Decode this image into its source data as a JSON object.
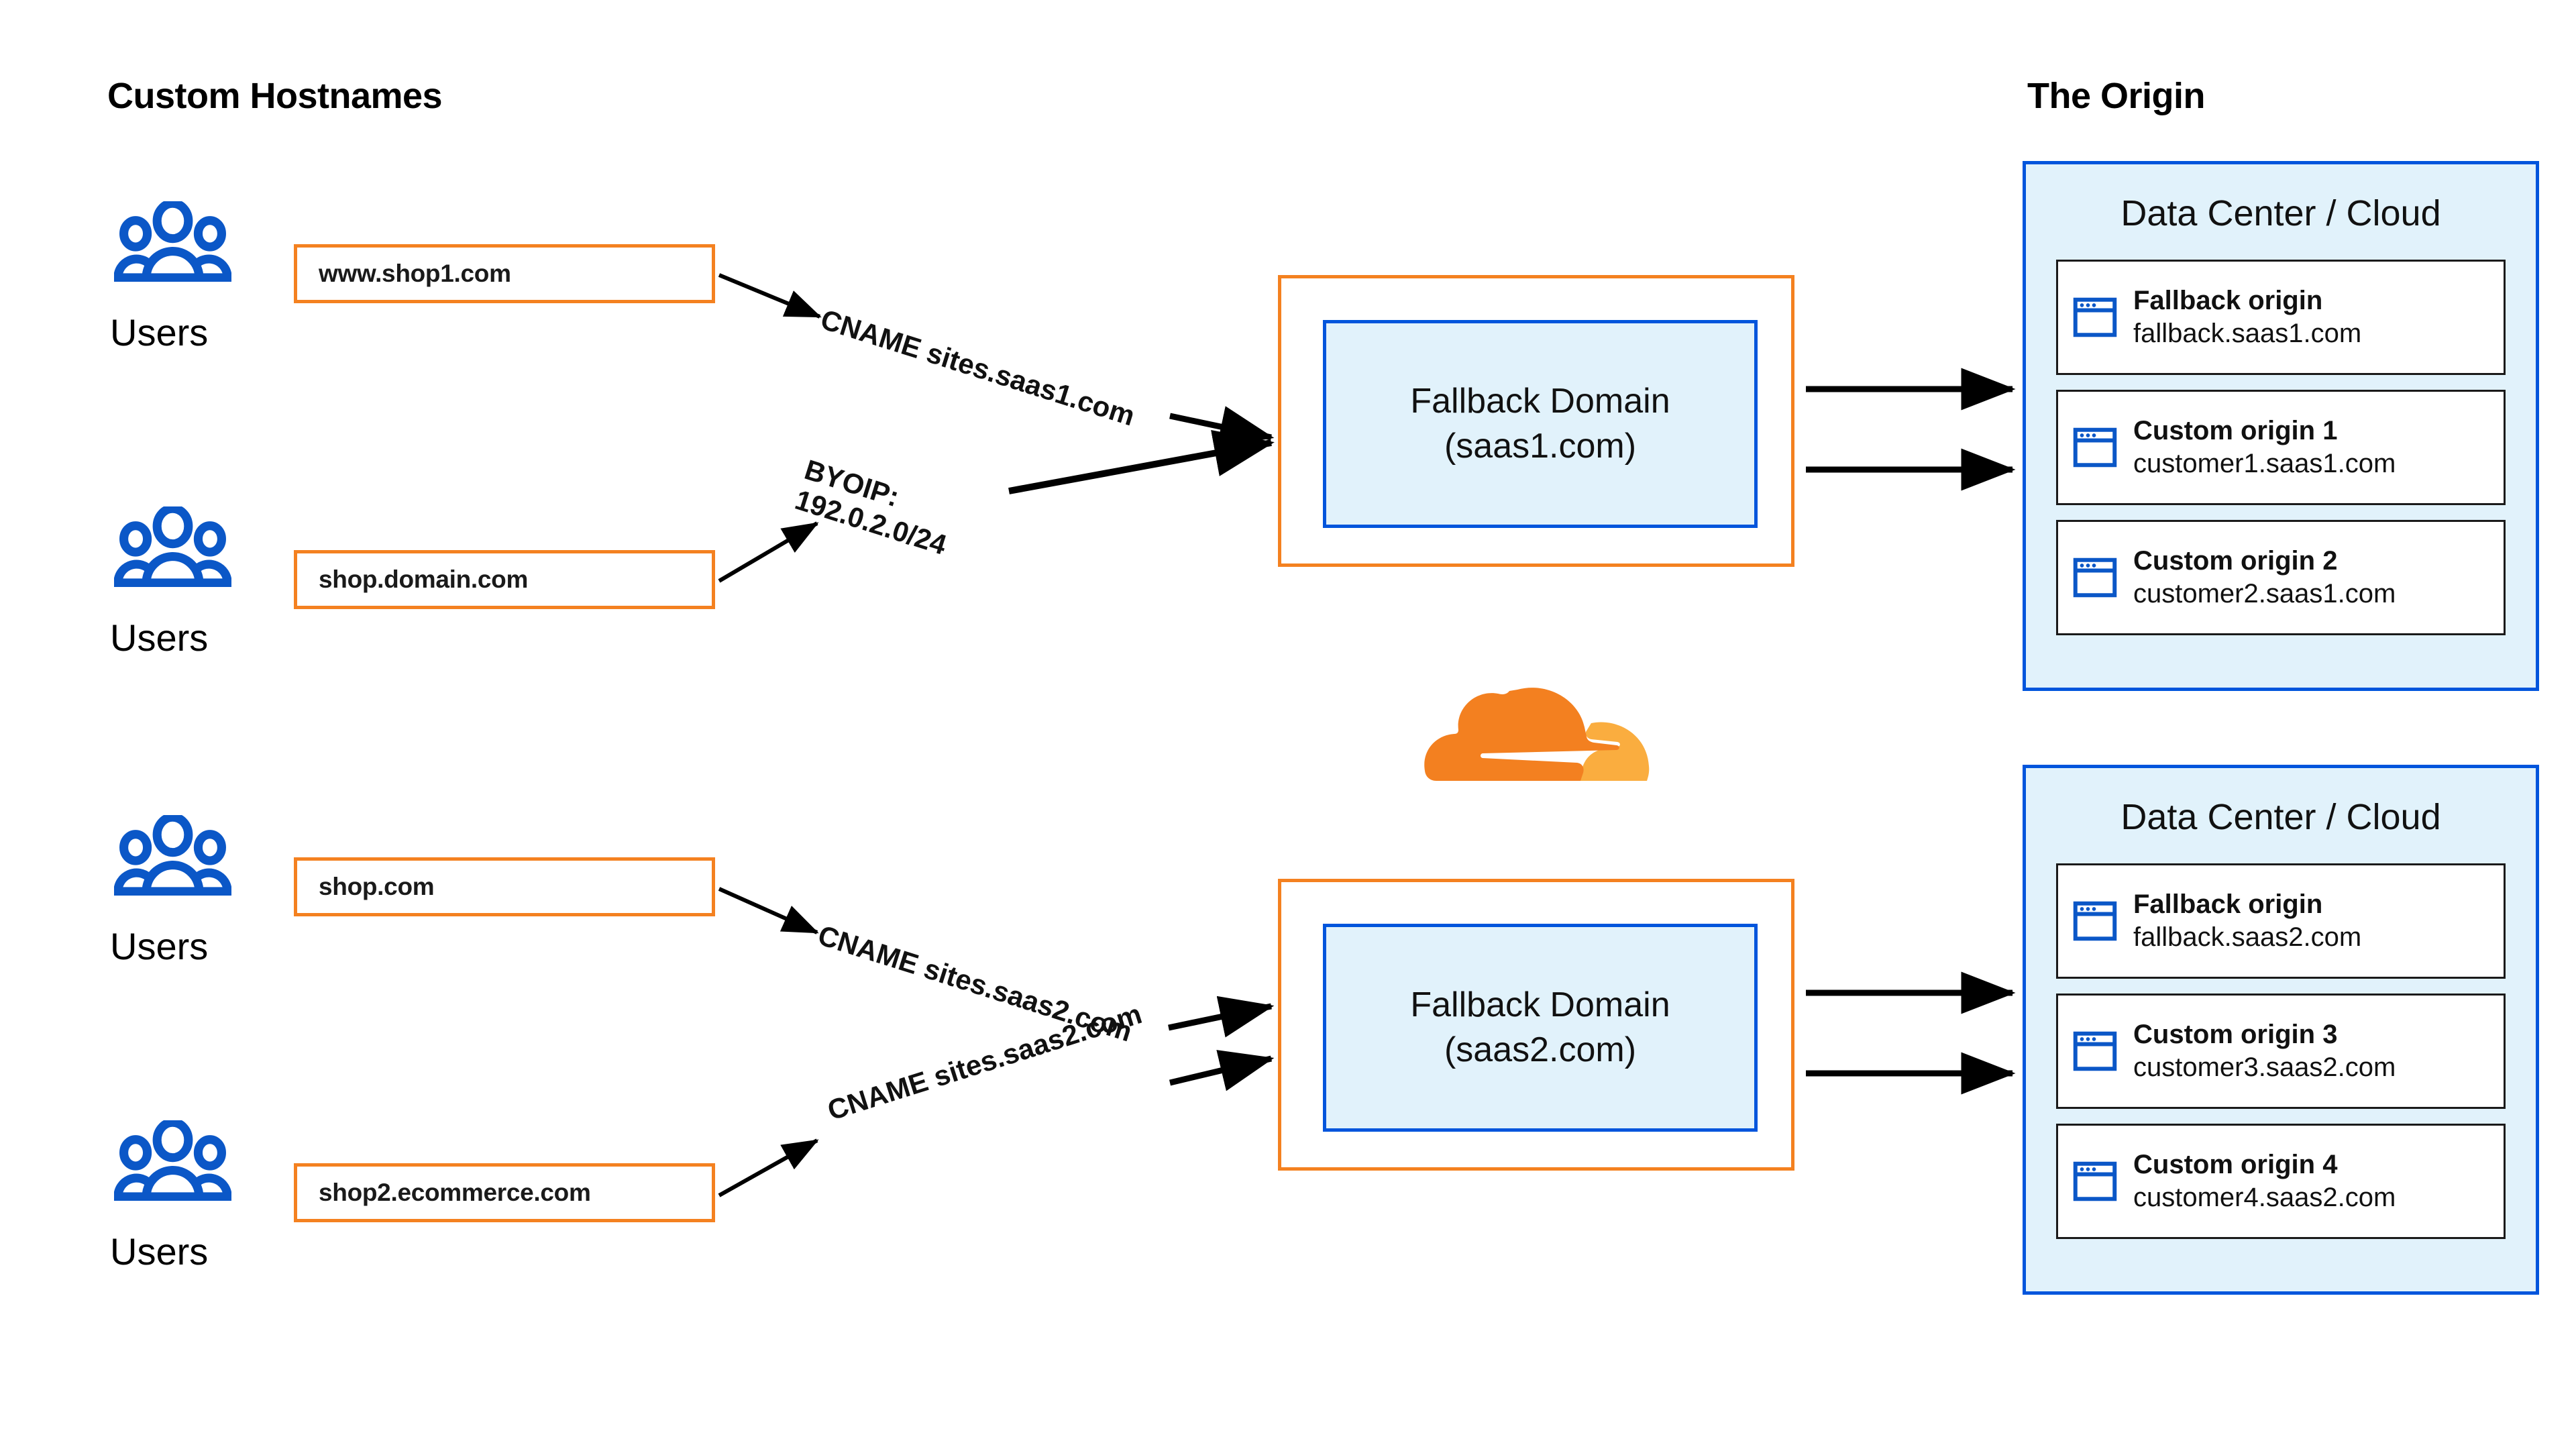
{
  "sections": {
    "left_title": "Custom Hostnames",
    "right_title": "The Origin"
  },
  "colors": {
    "orange": "#F48120",
    "blue": "#0055DC",
    "light_blue_fill": "#E1F2FB",
    "cloudflare_orange": "#F38020",
    "cloudflare_light_orange": "#FAAD3F",
    "black": "#111111",
    "white": "#FFFFFF"
  },
  "users": [
    {
      "label": "Users",
      "icon": "users-icon"
    },
    {
      "label": "Users",
      "icon": "users-icon"
    },
    {
      "label": "Users",
      "icon": "users-icon"
    },
    {
      "label": "Users",
      "icon": "users-icon"
    }
  ],
  "hostnames": [
    {
      "value": "www.shop1.com"
    },
    {
      "value": "shop.domain.com"
    },
    {
      "value": "shop.com"
    },
    {
      "value": "shop2.ecommerce.com"
    }
  ],
  "edge_labels": [
    {
      "text": "CNAME sites.saas1.com"
    },
    {
      "text": "BYOIP:\n192.0.2.0/24"
    },
    {
      "text": "CNAME sites.saas2.com"
    },
    {
      "text": "CNAME sites.saas2.com"
    }
  ],
  "fallback_domains": [
    {
      "line1": "Fallback Domain",
      "line2": "(saas1.com)"
    },
    {
      "line1": "Fallback Domain",
      "line2": "(saas2.com)"
    }
  ],
  "data_centers": [
    {
      "title": "Data Center / Cloud",
      "origins": [
        {
          "name": "Fallback origin",
          "host": "fallback.saas1.com",
          "icon": "browser-window-icon"
        },
        {
          "name": "Custom origin 1",
          "host": "customer1.saas1.com",
          "icon": "browser-window-icon"
        },
        {
          "name": "Custom origin 2",
          "host": "customer2.saas1.com",
          "icon": "browser-window-icon"
        }
      ]
    },
    {
      "title": "Data Center / Cloud",
      "origins": [
        {
          "name": "Fallback origin",
          "host": "fallback.saas2.com",
          "icon": "browser-window-icon"
        },
        {
          "name": "Custom origin 3",
          "host": "customer3.saas2.com",
          "icon": "browser-window-icon"
        },
        {
          "name": "Custom origin 4",
          "host": "customer4.saas2.com",
          "icon": "browser-window-icon"
        }
      ]
    }
  ],
  "logo": {
    "name": "cloudflare-logo"
  }
}
